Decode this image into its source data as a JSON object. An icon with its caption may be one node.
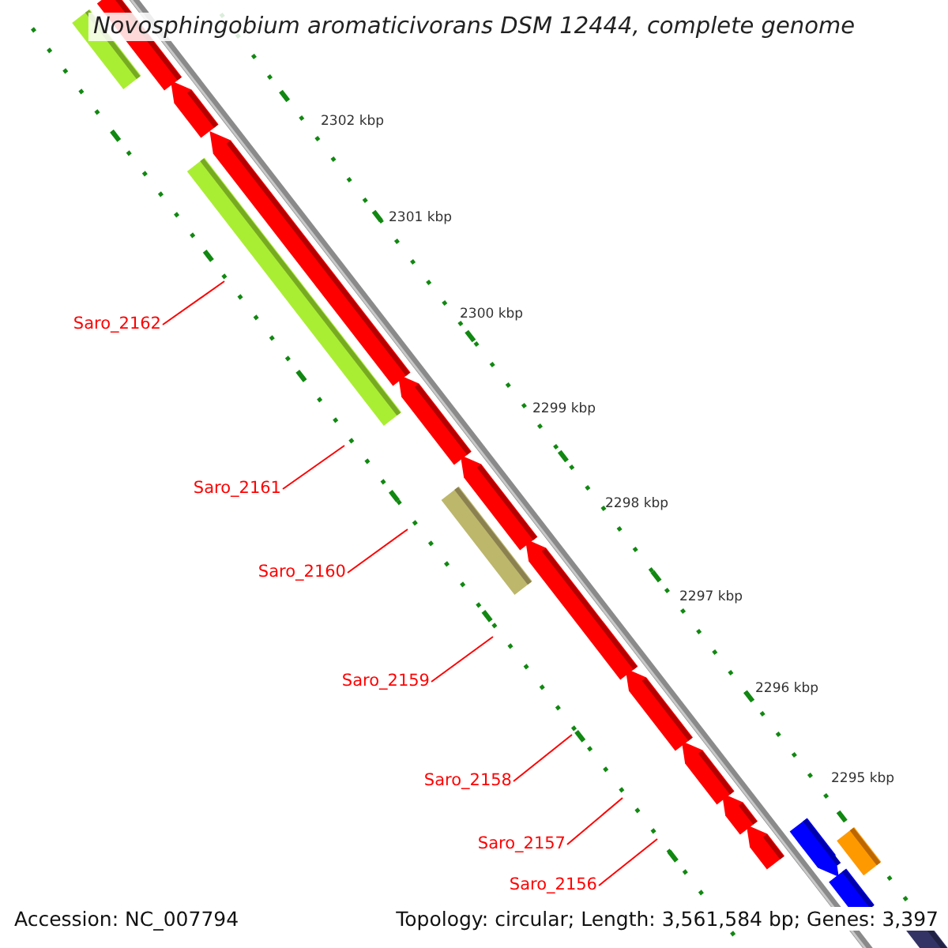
{
  "diagram": {
    "title": "Novosphingobium aromaticivorans DSM 12444, complete genome",
    "nodes": [
      {
        "text": [
          "Saro_2162"
        ]
      },
      {
        "text": [
          "Saro_2161"
        ]
      },
      {
        "text": [
          "Saro_2160"
        ]
      },
      {
        "text": [
          "Saro_2159"
        ]
      },
      {
        "text": [
          "Saro_2158"
        ]
      },
      {
        "text": [
          "Saro_2157"
        ]
      },
      {
        "text": [
          "Saro_2156"
        ]
      }
    ],
    "edges": [
      {
        "from": 0,
        "to": null,
        "arrow": "none"
      },
      {
        "from": 1,
        "to": null,
        "arrow": "none"
      },
      {
        "from": 2,
        "to": null,
        "arrow": "none"
      },
      {
        "from": 3,
        "to": null,
        "arrow": "none"
      },
      {
        "from": 4,
        "to": null,
        "arrow": "none"
      },
      {
        "from": 5,
        "to": null,
        "arrow": "none"
      },
      {
        "from": 6,
        "to": null,
        "arrow": "none"
      }
    ],
    "labels": [
      "2302 kbp",
      "2301 kbp",
      "2300 kbp",
      "2299 kbp",
      "2298 kbp",
      "2297 kbp",
      "2296 kbp",
      "2295 kbp",
      "Accession: NC_007794",
      "Topology: circular; Length: 3,561,584 bp; Genes: 3,397"
    ]
  }
}
